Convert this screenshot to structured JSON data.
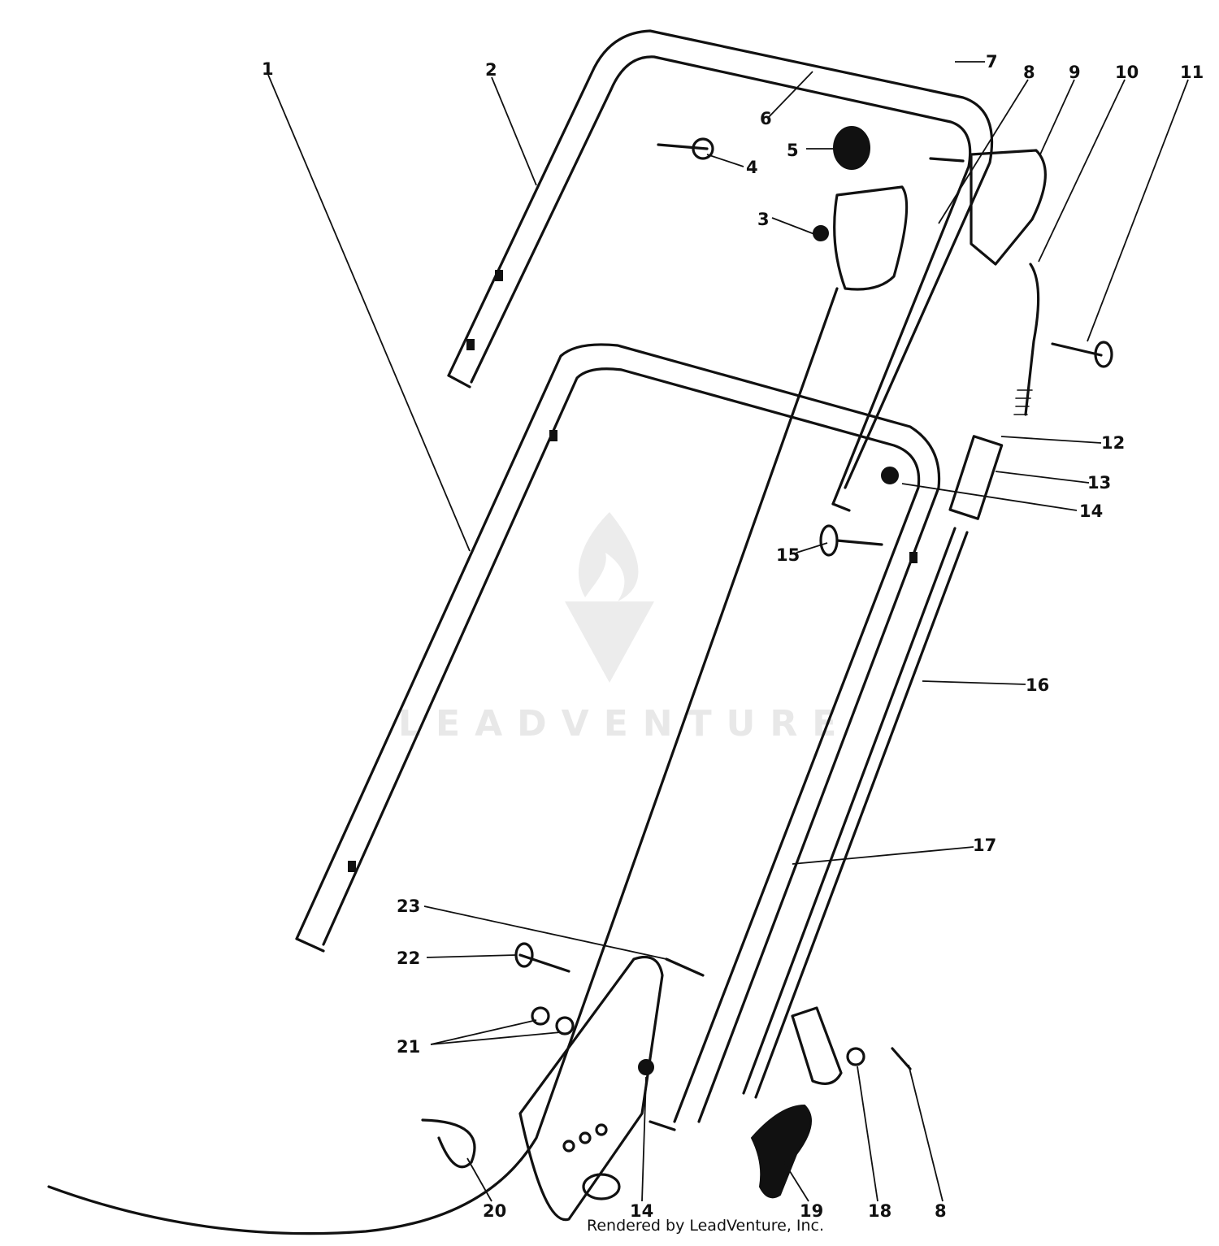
{
  "callouts": [
    "1",
    "2",
    "3",
    "4",
    "5",
    "6",
    "7",
    "8",
    "9",
    "10",
    "11",
    "12",
    "13",
    "14",
    "15",
    "16",
    "17",
    "8",
    "14",
    "18",
    "19",
    "20",
    "21",
    "22",
    "23"
  ],
  "watermark": "LEADVENTURE",
  "footer": "Rendered by LeadVenture, Inc."
}
